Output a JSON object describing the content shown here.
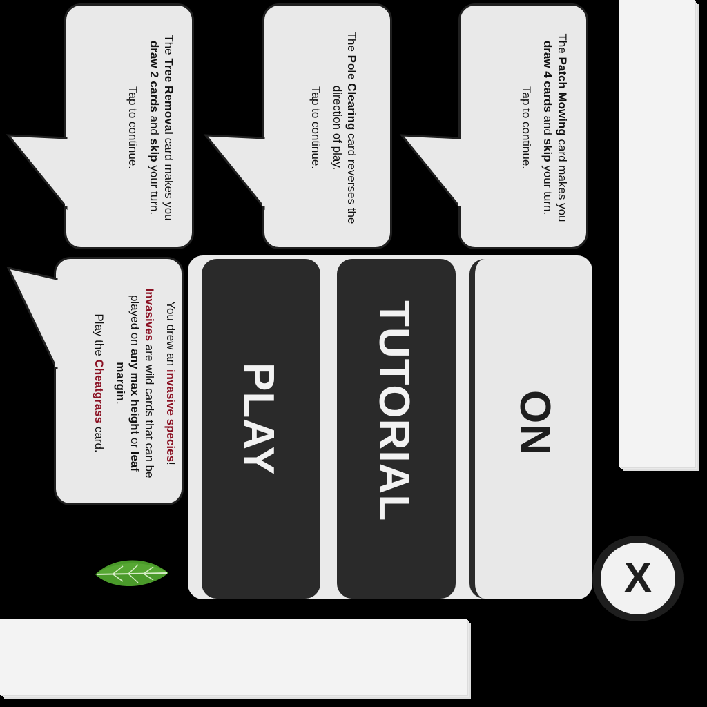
{
  "bubbles": {
    "tree_removal": {
      "pre": "The ",
      "card": "Tree Removal",
      "mid1": " card makes you ",
      "draw": "draw 2 cards",
      "mid2": " and ",
      "skip": "skip",
      "post": " your turn.",
      "tap": "Tap to continue."
    },
    "pole_clearing": {
      "pre": "The ",
      "card": "Pole Clearing",
      "post": " card reverses the direction of play.",
      "tap": "Tap to continue."
    },
    "patch_mowing": {
      "pre": "The ",
      "card": "Patch Mowing",
      "mid1": " card makes you ",
      "draw": "draw 4 cards",
      "mid2": " and ",
      "skip": "skip",
      "post": " your turn.",
      "tap": "Tap to continue."
    },
    "invasive": {
      "l1_pre": "You drew an ",
      "l1_red": "invasive species",
      "l1_post": "!",
      "l2_red": "Invasives",
      "l2_a": " are wild cards that can be played on ",
      "l2_b": "any max height",
      "l2_c": " or ",
      "l2_d": "leaf margin",
      "l2_e": ".",
      "l3_pre": "Play the ",
      "l3_red": "Cheatgrass",
      "l3_post": " card."
    }
  },
  "buttons": {
    "play": "PLAY",
    "tutorial": "TUTORIAL",
    "toggle": "ON",
    "close": "X"
  },
  "icons": {
    "leaf": "leaf-icon"
  },
  "colors": {
    "dark_button": "#2a2a2a",
    "light_button": "#e8e8e8",
    "highlight_red": "#8a1022",
    "leaf_green": "#4a9a2a"
  }
}
